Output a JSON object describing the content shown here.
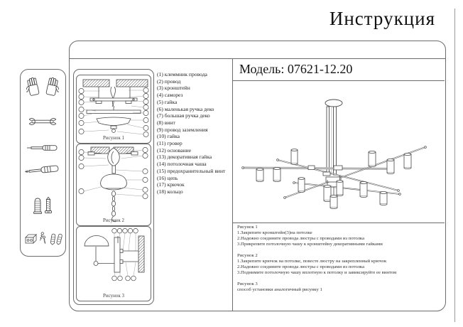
{
  "page": {
    "title": "Инструкция"
  },
  "model": {
    "label": "Модель: 07621-12.20"
  },
  "parts": {
    "items": [
      "(1) клеммник провода",
      "(2) провод",
      "(3) кронштейн",
      "(4) саморез",
      "(5) гайка",
      "(6) маленькая ручка деко",
      "(7) большая ручка деко",
      "(8) винт",
      "(9) провод заземления",
      "(10) гайка",
      "(11) гровер",
      "(12) основание",
      "(13) декоративная гайка",
      "(14) потолочная чаша",
      "(15) предохранительный винт",
      "(16) цепь",
      "(17) крючок",
      "(18) кольцо"
    ]
  },
  "figures": [
    {
      "caption": "Рисунок 1"
    },
    {
      "caption": "Рисунок 2"
    },
    {
      "caption": "Рисунок 3"
    }
  ],
  "instructions": {
    "sections": [
      {
        "title": "Рисунок 1",
        "steps": [
          "1.Закрепите кронштейн(3)на потолке",
          "2.Надежно соедините провода люстры с проводами из потолка",
          "3.Прикрепите потолочную чашу к кронштейну декоративными гайками"
        ]
      },
      {
        "title": "Рисунок 2",
        "steps": [
          "1.Закрепите крючок на потолке, повесте люстру на закрепленный крючок",
          "2.Надежно соедините провода люстры с проводами из потолка",
          "3.Поднимите потолочную чашу вплотную к потолку и завиксируйте ее винтом"
        ]
      },
      {
        "title": "Рисунок 3",
        "steps": [
          "способ установки аналогичный рисунку 1"
        ]
      }
    ]
  },
  "tools": {
    "icons": [
      "gloves-icon",
      "wrench-icon",
      "flat-screwdriver-icon",
      "phillips-screwdriver-icon",
      "wall-anchor-screw-icon",
      "fasteners-icon"
    ]
  },
  "colors": {
    "line": "#4a4a4a",
    "light_arm": "#b5b5b5",
    "border": "#6b6b6b"
  }
}
